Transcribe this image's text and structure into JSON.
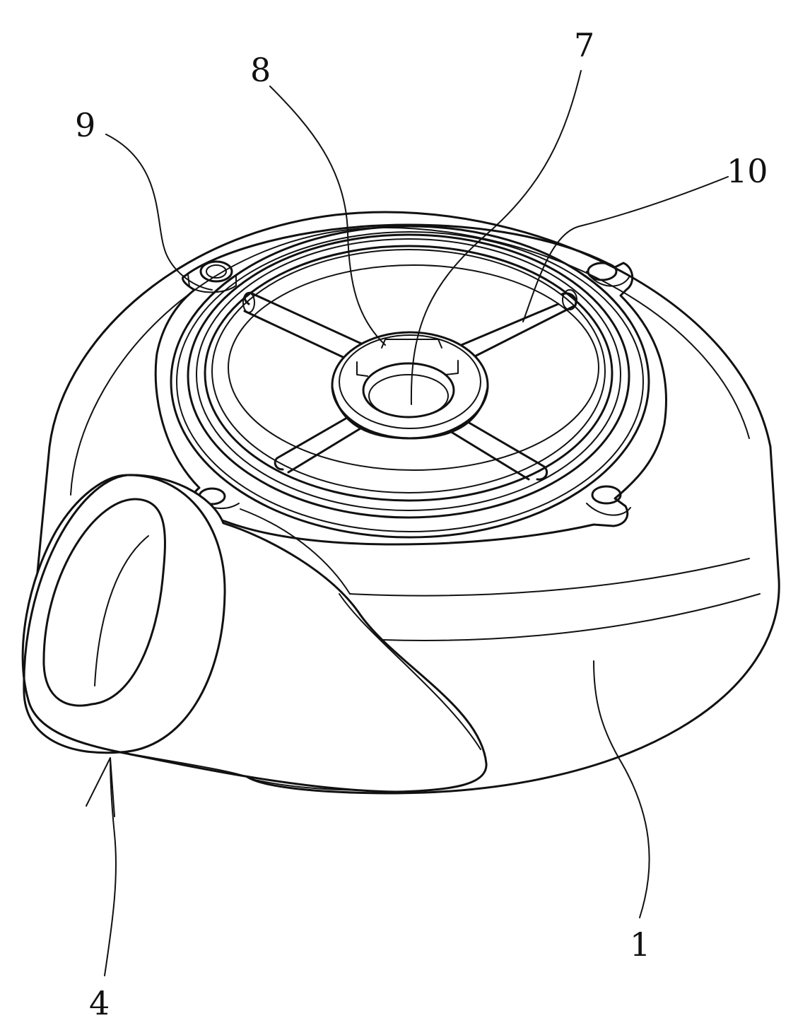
{
  "labels": {
    "l1": "1",
    "l4": "4",
    "l7": "7",
    "l8": "8",
    "l9": "9",
    "l10": "10"
  },
  "colors": {
    "line": "#111111",
    "background": "#ffffff"
  }
}
